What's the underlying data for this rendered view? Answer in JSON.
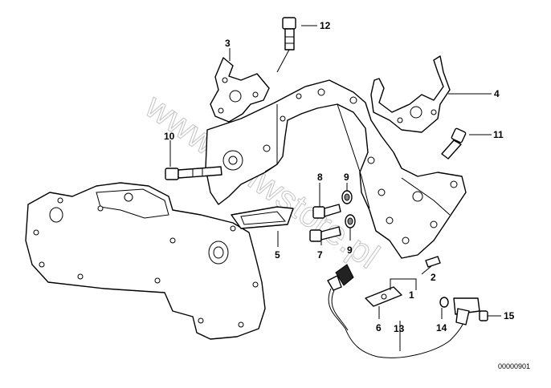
{
  "callouts": [
    {
      "id": "c1",
      "label": "1"
    },
    {
      "id": "c2",
      "label": "2"
    },
    {
      "id": "c3",
      "label": "3"
    },
    {
      "id": "c4",
      "label": "4"
    },
    {
      "id": "c5",
      "label": "5"
    },
    {
      "id": "c6",
      "label": "6"
    },
    {
      "id": "c7",
      "label": "7"
    },
    {
      "id": "c8",
      "label": "8"
    },
    {
      "id": "c9a",
      "label": "9"
    },
    {
      "id": "c9b",
      "label": "9"
    },
    {
      "id": "c10",
      "label": "10"
    },
    {
      "id": "c11",
      "label": "11"
    },
    {
      "id": "c12",
      "label": "12"
    },
    {
      "id": "c13",
      "label": "13"
    },
    {
      "id": "c14",
      "label": "14"
    },
    {
      "id": "c15",
      "label": "15"
    }
  ],
  "diagram_code": "00000901",
  "watermark": "www.bmwstore.pl"
}
